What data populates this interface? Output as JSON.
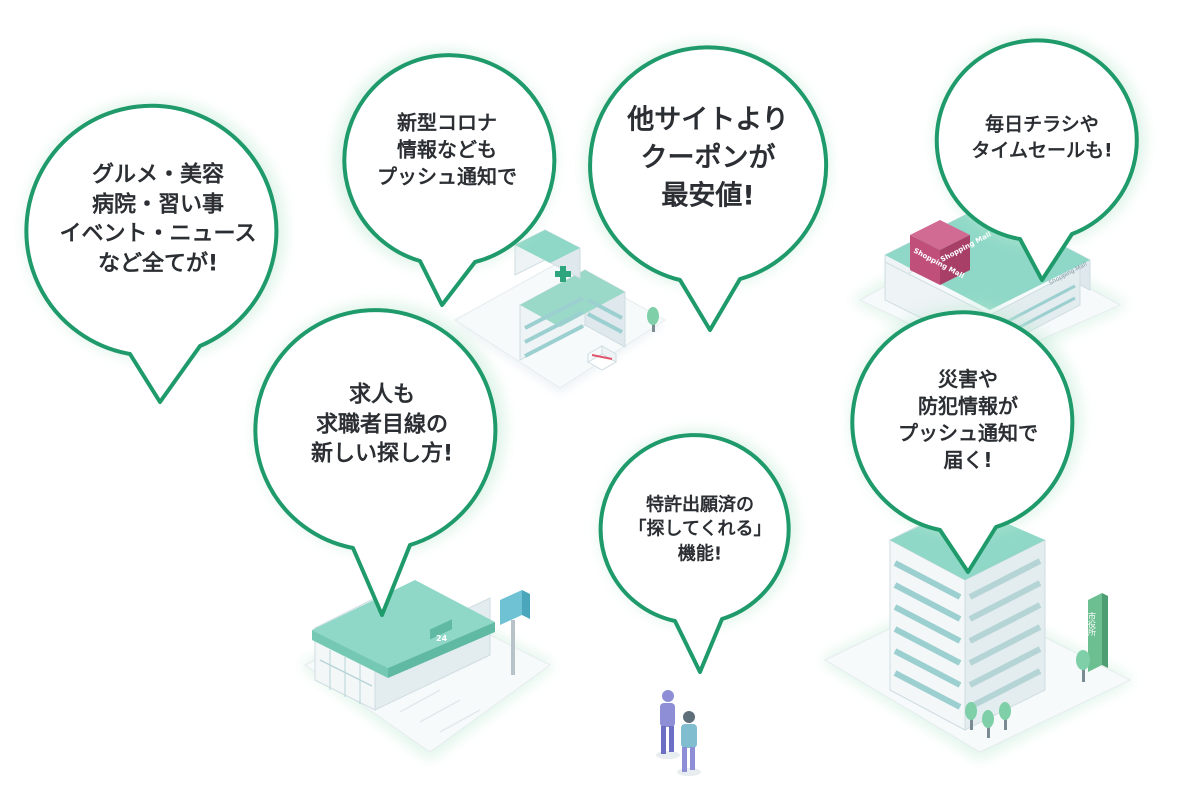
{
  "bubbles": [
    {
      "lines": [
        "グルメ・美容",
        "病院・習い事",
        "イベント・ニュース",
        "など全てが!"
      ]
    },
    {
      "lines": [
        "新型コロナ",
        "情報なども",
        "プッシュ通知で"
      ]
    },
    {
      "lines": [
        "他サイトより",
        "クーポンが",
        "最安値!"
      ]
    },
    {
      "lines": [
        "毎日チラシや",
        "タイムセールも!"
      ]
    },
    {
      "lines": [
        "求人も",
        "求職者目線の",
        "新しい探し方!"
      ]
    },
    {
      "lines": [
        "特許出願済の",
        "「探してくれる」",
        "機能!"
      ]
    },
    {
      "lines": [
        "災害や",
        "防犯情報が",
        "プッシュ通知で",
        "届く!"
      ]
    }
  ],
  "signs": {
    "store_24": "24",
    "mall_1": "Shopping Mall",
    "mall_2": "Shopping Mall",
    "mall_facade": "Shopping Mall",
    "city_hall": "市役所"
  },
  "colors": {
    "bubble_stroke": "#1f9a6b",
    "glow": "#79d3a9",
    "roof": "#8fd8c7",
    "wall": "#f4f7f8",
    "window": "#a9e0d5",
    "cube": "#c0507a",
    "person": "#8d8ed6",
    "person2": "#7fbdcf"
  }
}
